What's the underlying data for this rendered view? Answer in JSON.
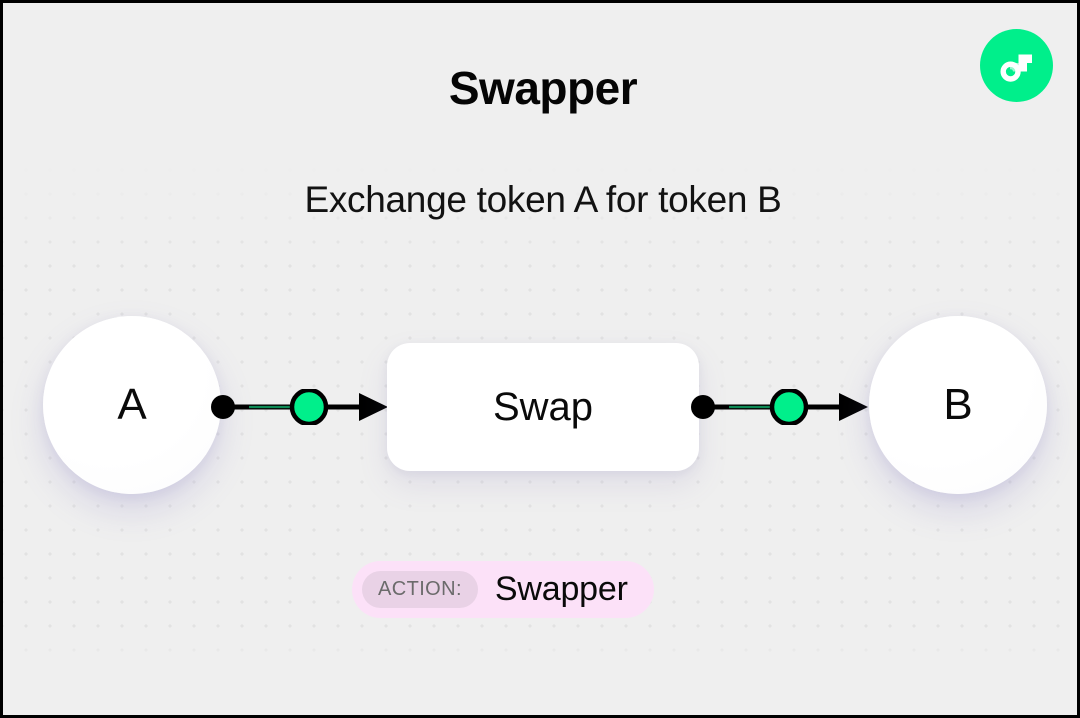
{
  "header": {
    "title": "Swapper",
    "subtitle": "Exchange token A for token B"
  },
  "logo": {
    "name": "flow-logo",
    "background_color": "#00EF8B",
    "mark_color": "#FFFFFF",
    "accent_color": "#9BF7CF"
  },
  "diagram": {
    "input_node": {
      "label": "A",
      "icon": "circle-node-icon"
    },
    "process_node": {
      "label": "Swap"
    },
    "output_node": {
      "label": "B",
      "icon": "circle-node-icon"
    },
    "connectors": [
      {
        "name": "connector-a-to-swap",
        "from": "A",
        "to": "Swap",
        "dot_color": "#000000",
        "marker_color": "#00EF8B",
        "line_color": "#000000",
        "arrow": "arrow-right-icon"
      },
      {
        "name": "connector-swap-to-b",
        "from": "Swap",
        "to": "B",
        "dot_color": "#000000",
        "marker_color": "#00EF8B",
        "line_color": "#000000",
        "arrow": "arrow-right-icon"
      }
    ]
  },
  "action_badge": {
    "label": "ACTION:",
    "value": "Swapper",
    "background_color": "#FCE1F8",
    "chip_color": "#E9D2E6",
    "label_color": "#6B6B6B",
    "value_color": "#0A0A0A"
  },
  "theme": {
    "canvas_background": "#EFEFEF",
    "dot_grid_color": "#E2E2E2",
    "accent_green": "#00EF8B",
    "text_color": "#0A0A0A"
  }
}
